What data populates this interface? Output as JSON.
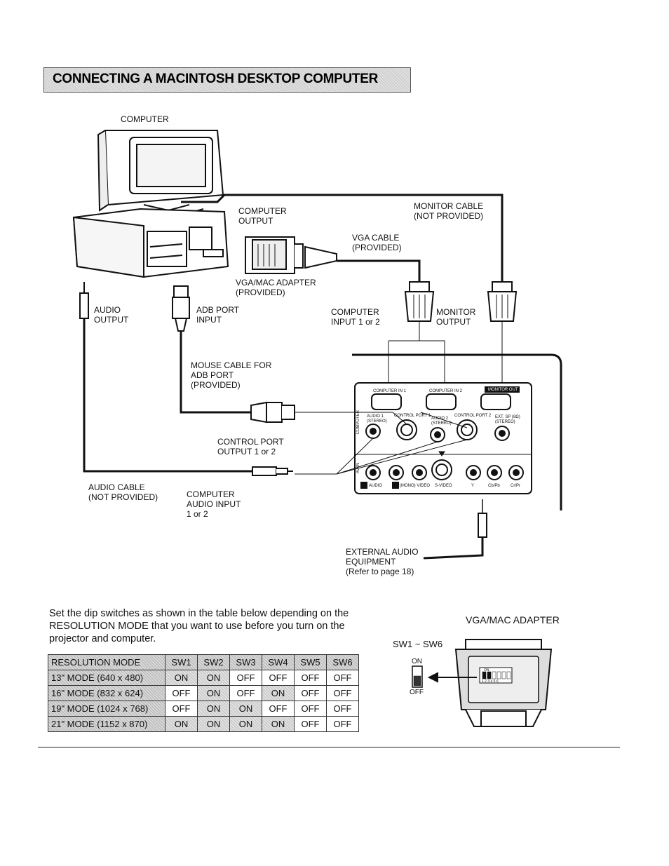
{
  "title": "CONNECTING A MACINTOSH DESKTOP COMPUTER",
  "labels": {
    "computer": "COMPUTER",
    "computer_output": "COMPUTER\nOUTPUT",
    "monitor_cable": "MONITOR CABLE\n(NOT PROVIDED)",
    "vga_cable": "VGA CABLE\n(PROVIDED)",
    "vga_mac_adapter": "VGA/MAC ADAPTER\n(PROVIDED)",
    "audio_output": "AUDIO\nOUTPUT",
    "adb_port_input": "ADB PORT\nINPUT",
    "computer_input": "COMPUTER\nINPUT 1 or 2",
    "monitor_output": "MONITOR\nOUTPUT",
    "mouse_cable": "MOUSE CABLE FOR\nADB PORT\n(PROVIDED)",
    "control_port_output": "CONTROL PORT\nOUTPUT 1 or 2",
    "audio_cable": "AUDIO CABLE\n(NOT PROVIDED)",
    "computer_audio_input": "COMPUTER\nAUDIO INPUT\n1 or 2",
    "external_audio": "EXTERNAL AUDIO\nEQUIPMENT\n(Refer to page 18)"
  },
  "panel": {
    "computer_in_1": "COMPUTER IN 1",
    "computer_in_2": "COMPUTER IN 2",
    "monitor_out": "MONITOR OUT",
    "computer_side": "COMPUTER",
    "av_in_side": "AV IN",
    "audio1": "AUDIO 1\n(STEREO)",
    "control_port_1": "CONTROL PORT 1",
    "audio2": "AUDIO 2\n(STEREO)",
    "control_port_2": "CONTROL PORT 2",
    "ext_sp": "EXT. SP (8Ω)\n(STEREO)",
    "audio_l": "AUDIO",
    "mono_video": "(MONO) VIDEO",
    "s_video": "S-VIDEO",
    "y": "Y",
    "cb_pb": "Cb/Pb",
    "cr_pr": "Cr/Pr"
  },
  "instructions": "Set the dip switches as shown in the table below depending on the RESOLUTION MODE that you want to use before you turn on the projector and computer.",
  "table": {
    "headers": [
      "RESOLUTION MODE",
      "SW1",
      "SW2",
      "SW3",
      "SW4",
      "SW5",
      "SW6"
    ],
    "rows": [
      [
        "13\" MODE (640 x 480)",
        "ON",
        "ON",
        "OFF",
        "OFF",
        "OFF",
        "OFF"
      ],
      [
        "16\" MODE (832 x 624)",
        "OFF",
        "ON",
        "OFF",
        "ON",
        "OFF",
        "OFF"
      ],
      [
        "19\" MODE (1024 x 768)",
        "OFF",
        "ON",
        "ON",
        "OFF",
        "OFF",
        "OFF"
      ],
      [
        "21\" MODE (1152 x 870)",
        "ON",
        "ON",
        "ON",
        "ON",
        "OFF",
        "OFF"
      ]
    ]
  },
  "adapter": {
    "caption": "VGA/MAC ADAPTER",
    "sw_range": "SW1 ~ SW6",
    "on": "ON",
    "off": "OFF",
    "dip_on": "ON",
    "dip_numbers": "1 2 3 4 5 6"
  }
}
